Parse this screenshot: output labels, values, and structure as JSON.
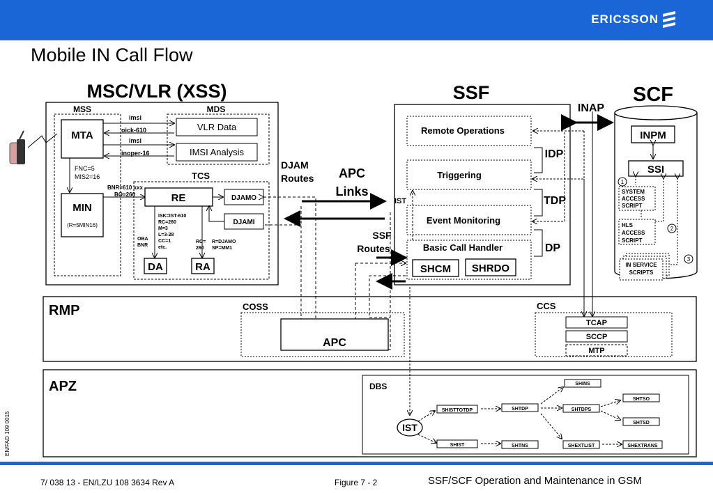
{
  "header": {
    "brand": "ERICSSON",
    "brand_icon": "ericsson-logo-icon",
    "brand_color": "#1a66d6"
  },
  "title": "Mobile IN Call Flow",
  "msc": {
    "title": "MSC/VLR (XSS)",
    "mss": "MSS",
    "mds": "MDS",
    "mta": "MTA",
    "min": "MIN",
    "min_sub": "(R=5MIN16)",
    "vlr": "VLR Data",
    "imsi_analysis": "IMSI Analysis",
    "link_imsi1": "imsi",
    "link_oick": "oick-610",
    "link_imsi2": "imsi",
    "link_inoper": "inoper-16",
    "fnc": "FNC=5",
    "mis2": "MIS2=16",
    "tcs": "TCS",
    "bnr1": "BNR=610 xxx",
    "bnr2": "BO=260",
    "re": "RE",
    "djamo": "DJAMO",
    "djami": "DJAMI",
    "re_params": [
      "ISK=IST-610",
      "RC=260",
      "M=3",
      "L=3-28",
      "CC=1",
      "etc."
    ],
    "oba": "OBA",
    "bnr": "BNR",
    "rc": "RC=",
    "rc2": "260",
    "rdjamo": "R=DJAMO",
    "spmm": "SP=MM1",
    "da": "DA",
    "ra": "RA"
  },
  "middle": {
    "djam_routes": [
      "DJAM",
      "Routes"
    ],
    "apc_links": [
      "APC",
      "Links"
    ],
    "ssf_routes": [
      "SSF",
      "Routes"
    ]
  },
  "ssf": {
    "title": "SSF",
    "remote_ops": "Remote Operations",
    "triggering": "Triggering",
    "event_monitoring": "Event Monitoring",
    "basic_call": "Basic Call Handler",
    "shcm": "SHCM",
    "shrdo": "SHRDO",
    "ist": "IST",
    "idp": "IDP",
    "tdp": "TDP",
    "dp": "DP"
  },
  "inap": "INAP",
  "scf": {
    "title": "SCF",
    "inpm": "INPM",
    "ssi": "SSI",
    "scripts": [
      {
        "n": "1",
        "lines": [
          "SYSTEM",
          "ACCESS",
          "SCRIPT"
        ]
      },
      {
        "n": "2",
        "lines": [
          "HLS",
          "ACCESS",
          "SCRIPT"
        ]
      },
      {
        "n": "3",
        "lines": [
          "IN SERVICE",
          "SCRIPTS"
        ]
      }
    ]
  },
  "rmp": {
    "title": "RMP",
    "coss": "COSS",
    "apc": "APC",
    "ccs": "CCS",
    "tcap": "TCAP",
    "sccp": "SCCP",
    "mtp": "MTP"
  },
  "apz": {
    "title": "APZ",
    "dbs": "DBS",
    "ist": "IST",
    "shisttotdp": "SHISTTOTDP",
    "shtdp": "SHTDP",
    "shtdps": "SHTDPS",
    "shins": "SHINS",
    "shtso": "SHTSO",
    "shtsd": "SHTSD",
    "shist": "SHIST",
    "shtns": "SHTNS",
    "shextlist": "SHEXTLIST",
    "shextrans": "SHEXTRANS"
  },
  "footer": {
    "left": "7/ 038 13 - EN/LZU 108 3634 Rev A",
    "center": "Figure 7 - 2",
    "right": "SSF/SCF Operation and Maintenance in GSM",
    "vertical": "EN/FAD 109 0015"
  }
}
